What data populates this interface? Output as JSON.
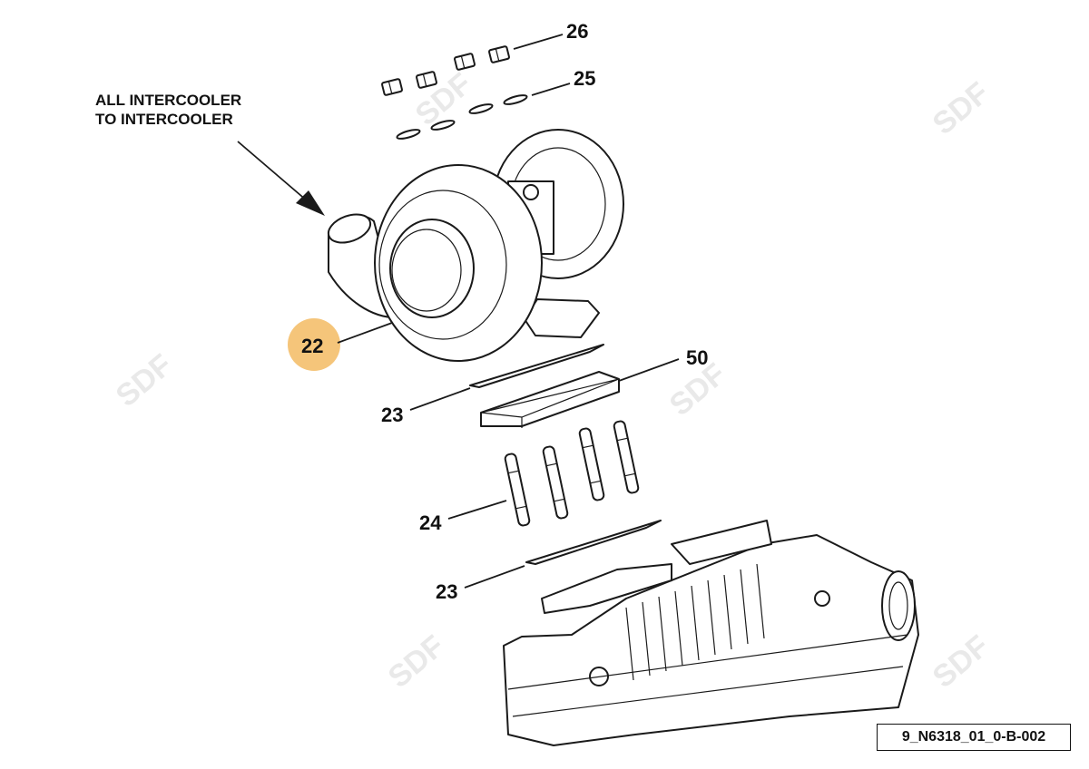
{
  "note": {
    "line1": "ALL INTERCOOLER",
    "line2": "TO INTERCOOLER"
  },
  "callouts": {
    "c26": "26",
    "c25": "25",
    "c22": "22",
    "c50": "50",
    "c23_upper": "23",
    "c24": "24",
    "c23_lower": "23"
  },
  "highlight": {
    "label": "22",
    "color": "#f5c57a"
  },
  "watermark": {
    "text": "SDF"
  },
  "reference_code": "9_N6318_01_0-B-002"
}
